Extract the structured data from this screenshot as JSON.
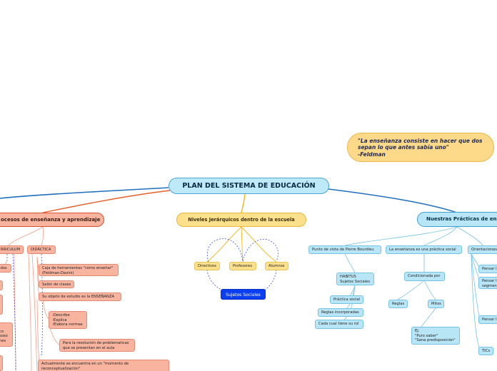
{
  "root": {
    "label": "PLAN DEL SISTEMA DE EDUCACIÓN"
  },
  "quote": {
    "text": "\"La enseñanza consiste en hacer que dos sepan lo que antes sabía uno\"\n-Feldman"
  },
  "left_branch": {
    "label": "ocesos de enseñanza y aprendizaje",
    "curriculum": "RRICULUM",
    "didactica": "DIDÁCTICA",
    "didactica_items": [
      "Caja de herramientas \"cómo enseñar\"\n(Feldman-Davini)",
      "Salón de clases",
      "Su objeto de estudio es la ENSEÑANZA",
      "-Describe\n-Explica\n-Elabora normas",
      "Para la resolución de problematicas\nque se presentan en el aula",
      "Actualmente se encuentra en un \"momento de\nreconceptualización\""
    ],
    "edge_fragments": [
      "idos",
      "",
      "",
      "l\nco\nsoso\nnes",
      ""
    ]
  },
  "middle_branch": {
    "label": "Niveles Jerárquicos dentro de la escuela",
    "items": [
      "Directivos",
      "Profesores",
      "Alumnos"
    ],
    "subjects": "Sujetos Sociales"
  },
  "right_branch": {
    "label": "Nuestras Prácticas de ens",
    "bourdieu": {
      "label": "Punto de vista de Pierre Bourdieu",
      "habitus": "HABITUS\nSujetos Sociales",
      "items": [
        "Práctica social",
        "Reglas incorporadas",
        "Cada cual tiene su rol"
      ]
    },
    "practica_social": {
      "label": "La enseñanza es una práctica social",
      "conditioned": "Condicionada por",
      "reglas": "Reglas",
      "mitos": "Mitos",
      "example": "Ej:\n\"Puro saber\"\n\"Sana predisposición\""
    },
    "orientaciones": {
      "label": "Orientaciones",
      "items": [
        "Pensar l",
        "Pensar l\nsegmen",
        "Pensar l",
        "TICs"
      ]
    }
  },
  "colors": {
    "blue_line": "#1f6fc0",
    "orange_line": "#e8602a",
    "yellow_line": "#f2b71c",
    "dashed": "#2a3fdc"
  }
}
